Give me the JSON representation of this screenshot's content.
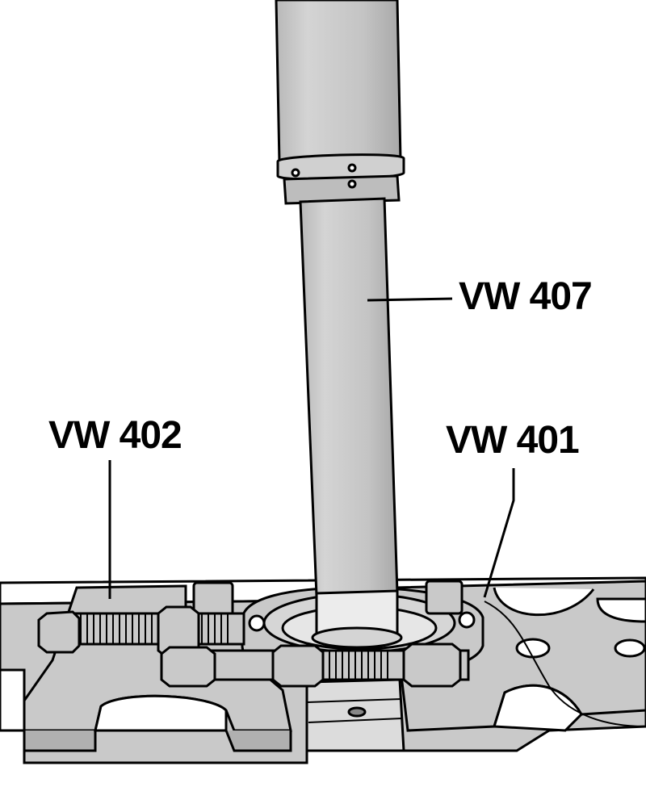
{
  "labels": {
    "vw407": "VW 407",
    "vw402": "VW 402",
    "vw401": "VW 401"
  },
  "colors": {
    "metal": "#c9c9c9",
    "metal_light": "#dedede",
    "outline": "#000000",
    "background": "#ffffff"
  }
}
